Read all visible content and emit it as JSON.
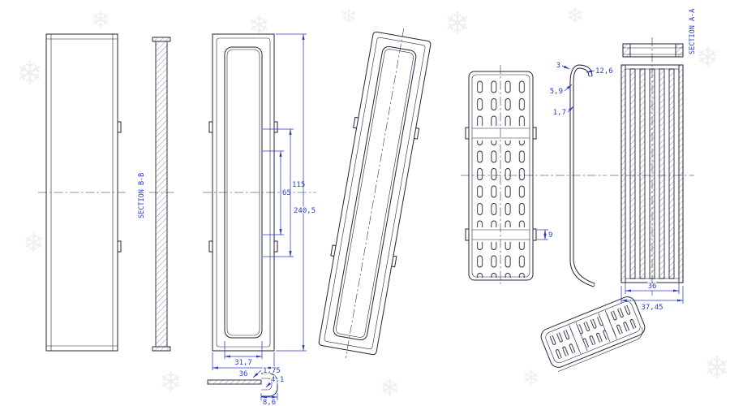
{
  "drawing": {
    "line_color": "#23233c",
    "dim_color": "#2a3bd0",
    "watermark_color": "#efefef",
    "watermark_glyph": "❄",
    "labels": {
      "section_bb": "SECTION B-B",
      "section_aa": "SECTION A-A"
    },
    "dims": {
      "frame_inner_span": "65",
      "frame_tab_span": "115",
      "frame_length": "240,5",
      "frame_opening_width": "31,7",
      "frame_width": "36",
      "wall_thickness": "1,75",
      "clip_height": "4,1",
      "clip_width": "8,6",
      "hook_lip": "3",
      "hook_width": "12,6",
      "hook_depth": "5,9",
      "profile_thickness": "1,7",
      "grille_tab": "9",
      "grille_rib_span": "36",
      "grille_width": "37,45"
    }
  }
}
